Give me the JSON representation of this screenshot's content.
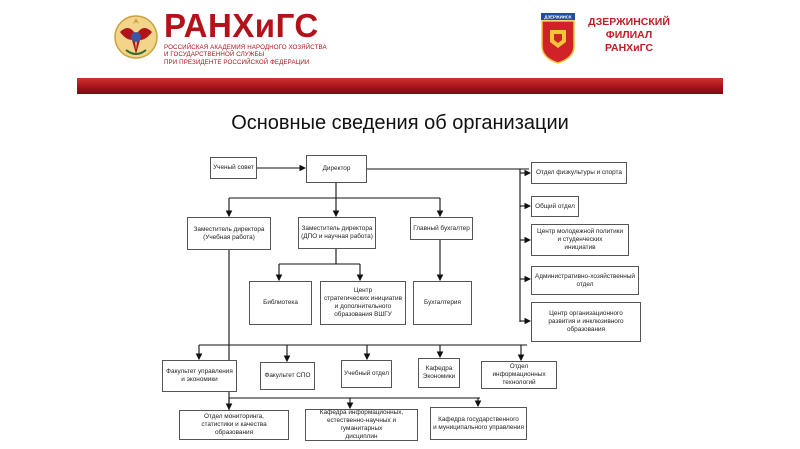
{
  "header": {
    "logo_left_icon": "ranepa-eagle-logo-icon",
    "brand_name": "РАНХиГС",
    "brand_sub_1": "РОССИЙСКАЯ АКАДЕМИЯ НАРОДНОГО ХОЗЯЙСТВА",
    "brand_sub_2": "И ГОСУДАРСТВЕННОЙ СЛУЖБЫ",
    "brand_sub_3": "ПРИ ПРЕЗИДЕНТЕ РОССИЙСКОЙ ФЕДЕРАЦИИ",
    "emblem_icon": "dzerzhinsk-city-emblem-icon",
    "emblem_label": "ДЗЕРЖИНСК",
    "branch_line_1": "ДЗЕРЖИНСКИЙ",
    "branch_line_2": "ФИЛИАЛ",
    "branch_line_3": "РАНХиГС",
    "accent_color": "#b1131b"
  },
  "title": "Основные сведения об организации",
  "org": {
    "academic_council": "Ученый совет",
    "director": "Директор",
    "deputy_academic": "Заместитель директора\n(Учебная работа)",
    "deputy_research": "Заместитель директора\n(ДПО и научная работа)",
    "chief_accountant": "Главный бухгалтер",
    "library": "Библиотека",
    "strategic_center": "Центр\nстратегических инициатив\nи дополнительного\nобразования ВШГУ",
    "accounting": "Бухгалтерия",
    "sports_dept": "Отдел физкультуры и спорта",
    "general_dept": "Общий отдел",
    "youth_center": "Центр молодежной политики\nи студенческих\nинициатив",
    "admin_dept": "Административно-хозяйственный\nотдел",
    "org_dev_center": "Центр организационного\nразвития и инклюзивного\nобразования",
    "faculty_mgmt": "Факультет управления\nи экономики",
    "faculty_spo": "Факультет СПО",
    "academic_dept": "Учебный отдел",
    "chair_economics": "Кафедра\nЭкономики",
    "it_dept": "Отдел информационных\nтехнологий",
    "monitoring_dept": "Отдел мониторинга,\nстатистики и качества образования",
    "chair_it_humanities": "Кафедра информационных,\nестественно-научных и гуманитарных\nдисциплин",
    "chair_state_mgmt": "Кафедра государственного\nи муниципального управления"
  }
}
